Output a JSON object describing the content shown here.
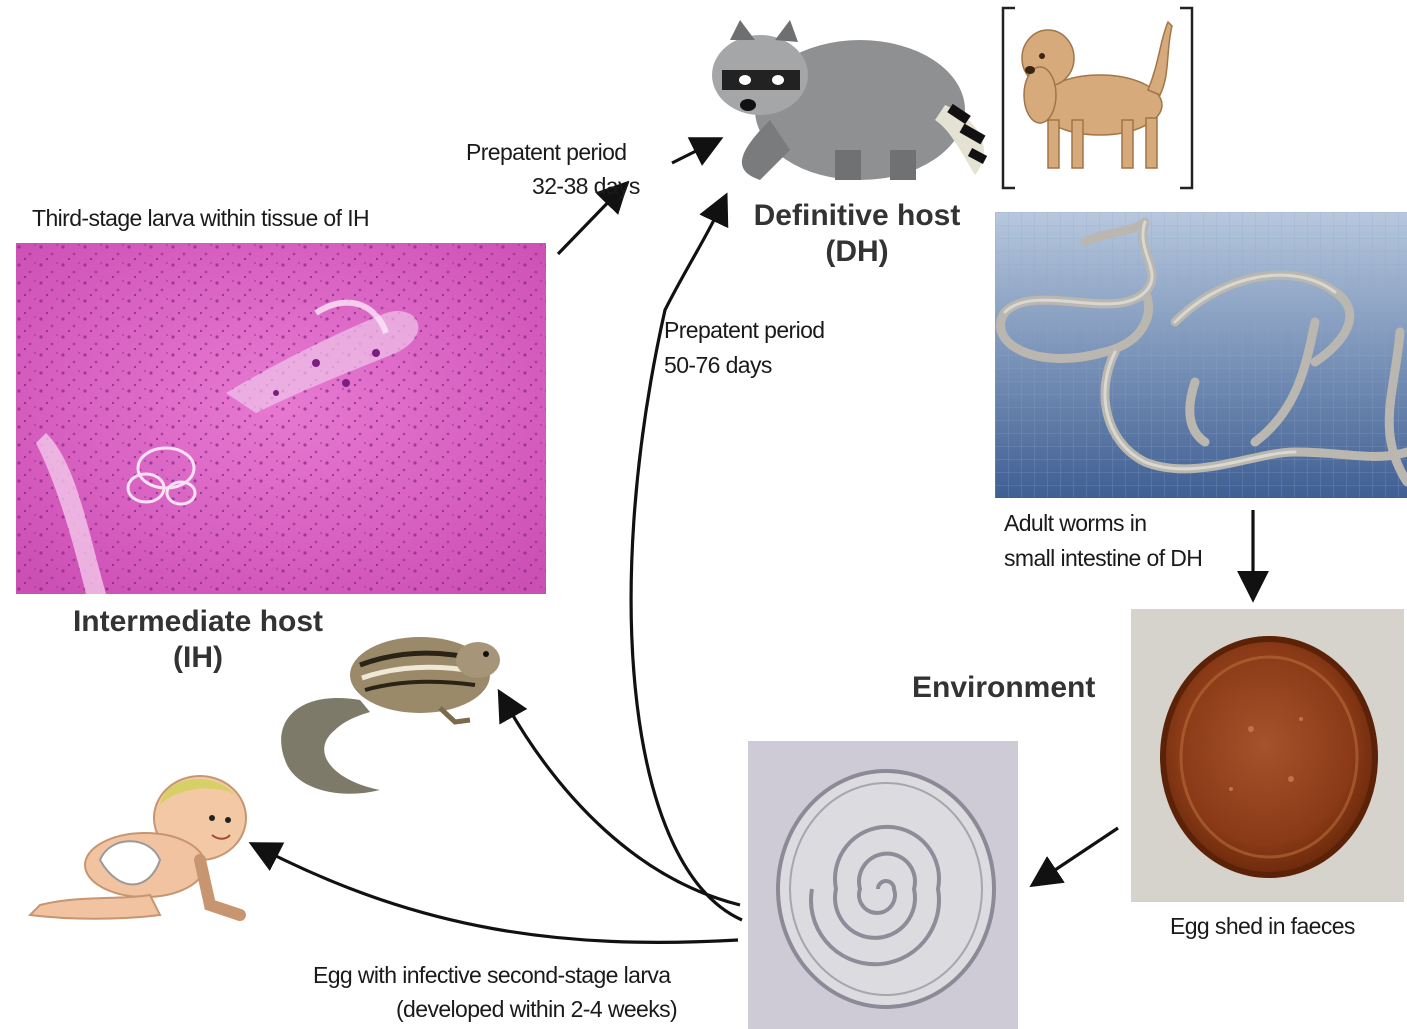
{
  "labels": {
    "third_stage": "Third-stage larva within tissue of IH",
    "intermediate_host_line1": "Intermediate host",
    "intermediate_host_line2": "(IH)",
    "prepatent_1_line1": "Prepatent period",
    "prepatent_1_line2": "32-38 days",
    "prepatent_2_line1": "Prepatent period",
    "prepatent_2_line2": "50-76 days",
    "definitive_host_line1": "Definitive host",
    "definitive_host_line2": "(DH)",
    "adult_worms_line1": "Adult worms in",
    "adult_worms_line2": "small intestine of DH",
    "environment": "Environment",
    "egg_shed": "Egg shed in faeces",
    "egg_infective_line1": "Egg with infective second-stage larva",
    "egg_infective_line2": "(developed within 2-4 weeks)"
  },
  "colors": {
    "tissue": "#d75fbf",
    "worm_background": "#5f7fae",
    "egg_brown": "#8a3a16",
    "arrow": "#111111"
  },
  "icons": [
    "raccoon-icon",
    "dog-icon",
    "chipmunk-icon",
    "baby-icon"
  ]
}
